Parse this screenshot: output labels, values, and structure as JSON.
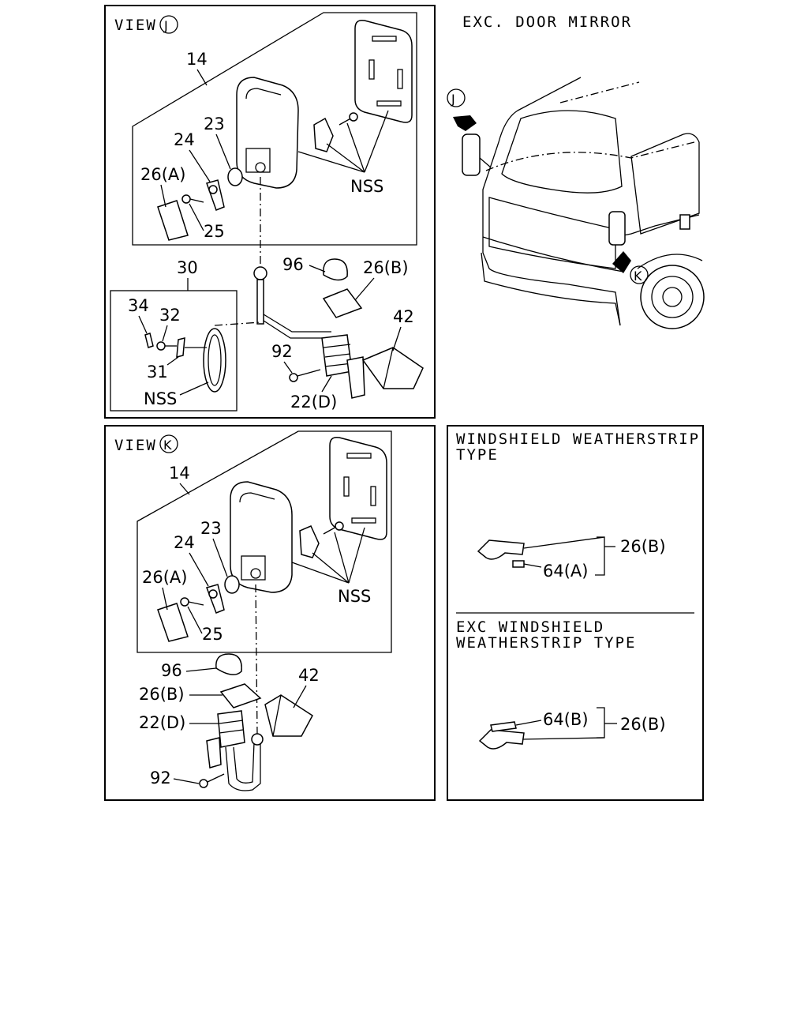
{
  "view_j": {
    "view_word": "VIEW",
    "view_letter": "J",
    "labels": {
      "p14": "14",
      "p23": "23",
      "p24": "24",
      "p26a": "26(A)",
      "p25": "25",
      "nss_top": "NSS",
      "p30": "30",
      "p96": "96",
      "p26b": "26(B)",
      "p34": "34",
      "p32": "32",
      "p31": "31",
      "nss_box": "NSS",
      "p92": "92",
      "p42": "42",
      "p22d": "22(D)"
    }
  },
  "exc_door_mirror": {
    "title": "EXC. DOOR MIRROR",
    "marker_j": "J",
    "marker_k": "K"
  },
  "view_k": {
    "view_word": "VIEW",
    "view_letter": "K",
    "labels": {
      "p14": "14",
      "p23": "23",
      "p24": "24",
      "p26a": "26(A)",
      "p25": "25",
      "nss": "NSS",
      "p96": "96",
      "p26b": "26(B)",
      "p22d": "22(D)",
      "p42": "42",
      "p92": "92"
    }
  },
  "weatherstrip": {
    "title_line1": "WINDSHIELD WEATHERSTRIP",
    "title_line2": "TYPE",
    "p26b_a": "26(B)",
    "p64a": "64(A)",
    "exc_title_line1": "EXC WINDSHIELD",
    "exc_title_line2": "WEATHERSTRIP TYPE",
    "p64b": "64(B)",
    "p26b_b": "26(B)"
  }
}
